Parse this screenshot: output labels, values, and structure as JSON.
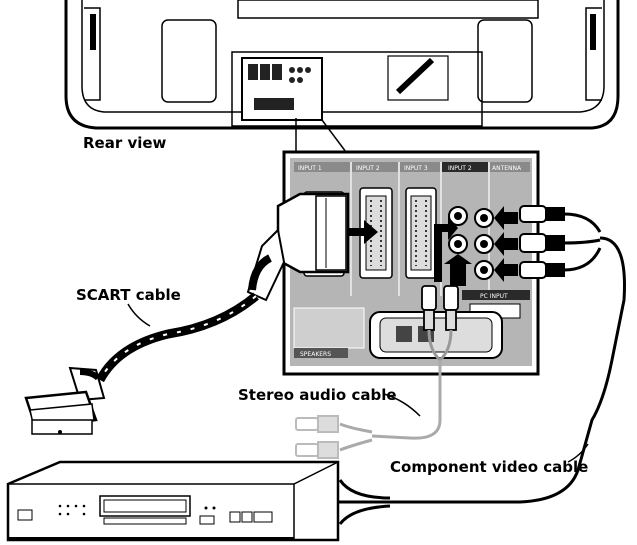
{
  "labels": {
    "rear_view": "Rear view",
    "scart_cable": "SCART cable",
    "stereo_audio_cable": "Stereo audio cable",
    "component_video_cable": "Component video cable"
  },
  "panel": {
    "inputs": [
      {
        "label": "INPUT 1"
      },
      {
        "label": "INPUT 2"
      },
      {
        "label": "INPUT 3"
      },
      {
        "label": "INPUT 2"
      },
      {
        "label": "ANTENNA"
      }
    ],
    "pc_input": "PC INPUT",
    "speakers": "SPEAKERS"
  }
}
